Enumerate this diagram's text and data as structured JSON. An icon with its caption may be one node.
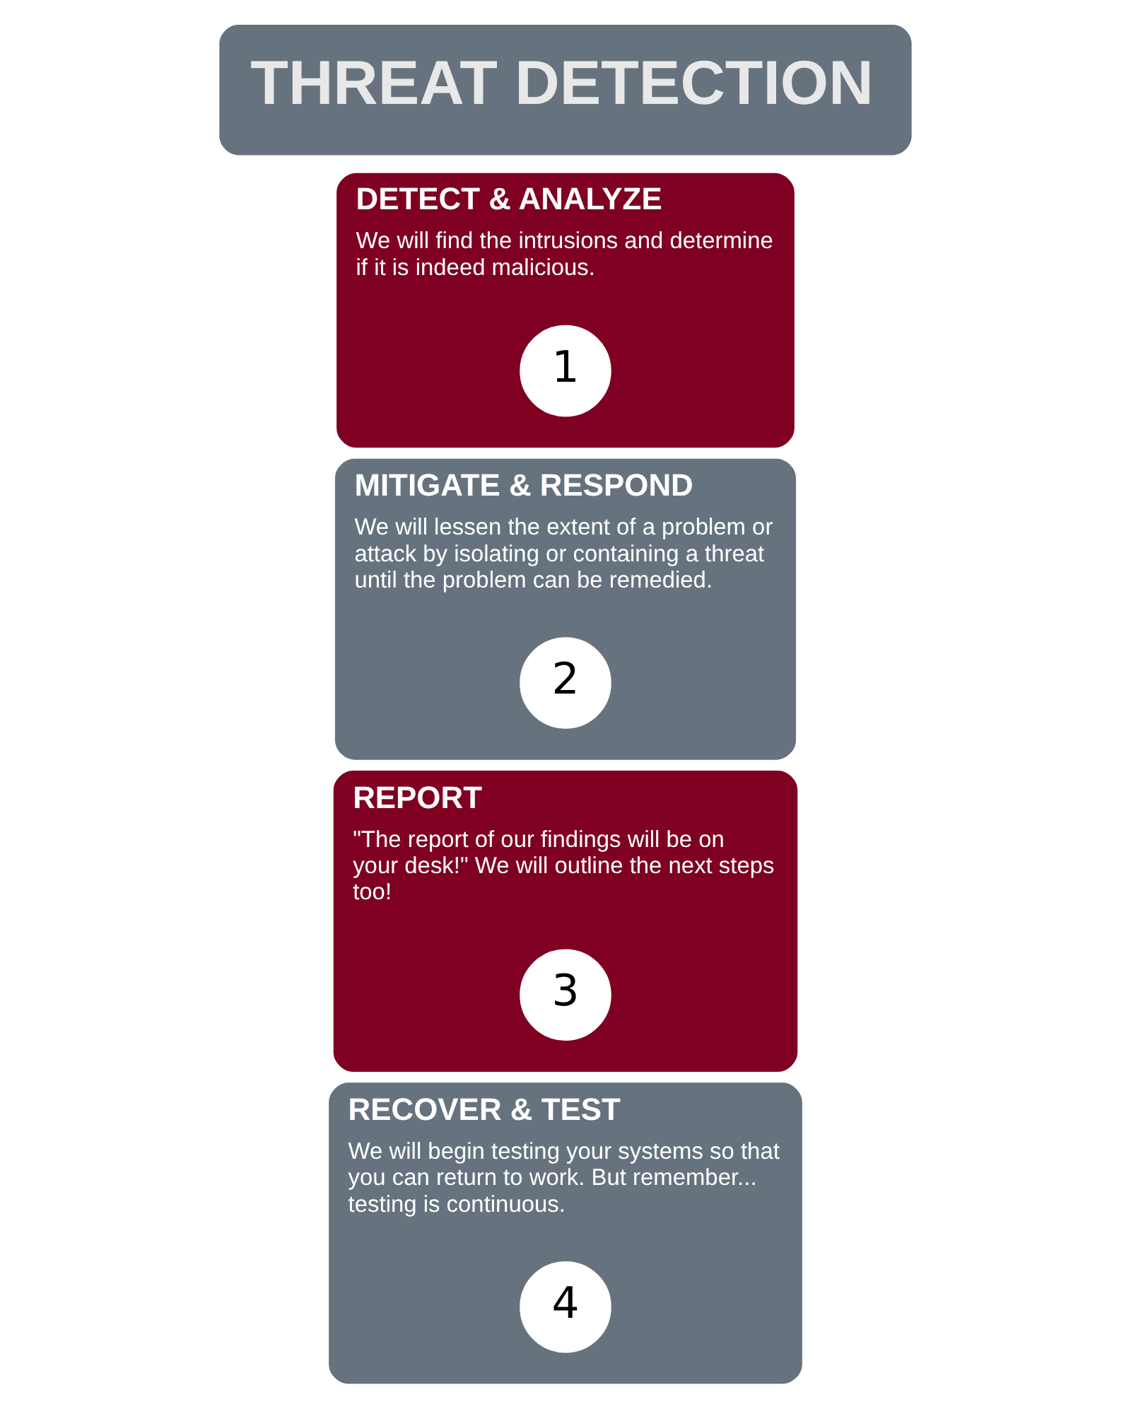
{
  "diagram": {
    "title": "THREAT DETECTION",
    "nodes": [
      {
        "text": [
          "DETECT & ANALYZE",
          "We will find the intrusions and determine if it is indeed malicious."
        ]
      },
      {
        "text": [
          "1"
        ],
        "in": 0
      },
      {
        "text": [
          "MITIGATE & RESPOND",
          "We will lessen the extent of a problem or attack by isolating or containing a threat until the problem can be remedied."
        ]
      },
      {
        "text": [
          "2"
        ],
        "in": 2
      },
      {
        "text": [
          "REPORT",
          "\"The report of our findings will be on your desk!\" We will outline the next steps too!"
        ]
      },
      {
        "text": [
          "3"
        ],
        "in": 4
      },
      {
        "text": [
          "RECOVER & TEST",
          "We will begin testing your systems so that you can return to work. But remember... testing is continuous."
        ]
      },
      {
        "text": [
          "4"
        ],
        "in": 6
      }
    ],
    "edges": []
  }
}
